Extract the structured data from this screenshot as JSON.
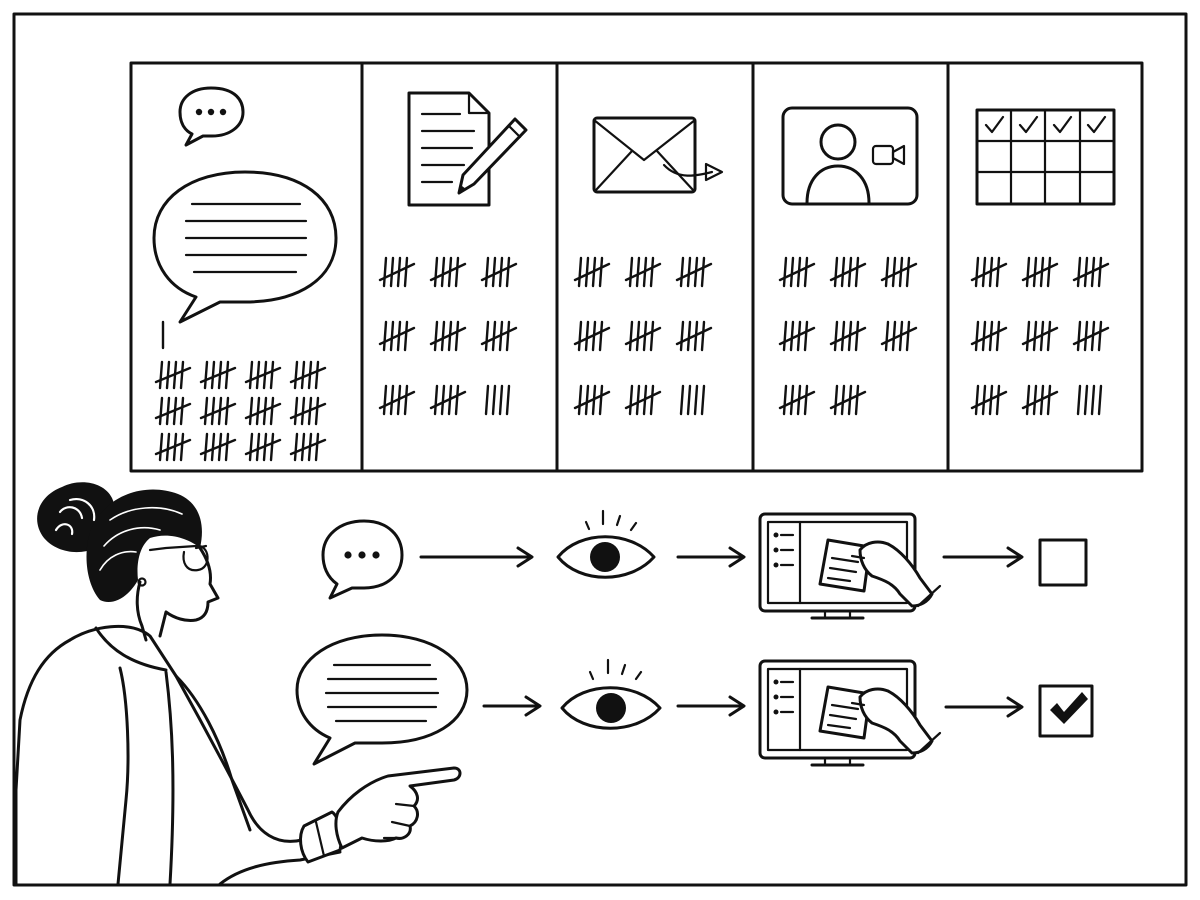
{
  "colors": {
    "ink": "#111111",
    "background": "#ffffff"
  },
  "board": {
    "columns": [
      {
        "icon": "speech-bubble-icon",
        "tally": 61
      },
      {
        "icon": "document-pencil-icon",
        "tally": 44
      },
      {
        "icon": "envelope-send-icon",
        "tally": 44
      },
      {
        "icon": "video-call-icon",
        "tally": 40
      },
      {
        "icon": "calendar-check-icon",
        "tally": 44
      }
    ]
  },
  "flows": [
    {
      "message": "short-message-bubble-icon",
      "review": "eye-icon",
      "action": "monitor-sticky-note-icon",
      "outcome": "unchecked",
      "outcome_icon": "empty-checkbox-icon"
    },
    {
      "message": "long-message-bubble-icon",
      "review": "eye-icon",
      "action": "monitor-sticky-note-icon",
      "outcome": "checked",
      "outcome_icon": "checked-checkbox-icon"
    }
  ],
  "presenter": {
    "icon": "presenter-pointing-figure"
  }
}
